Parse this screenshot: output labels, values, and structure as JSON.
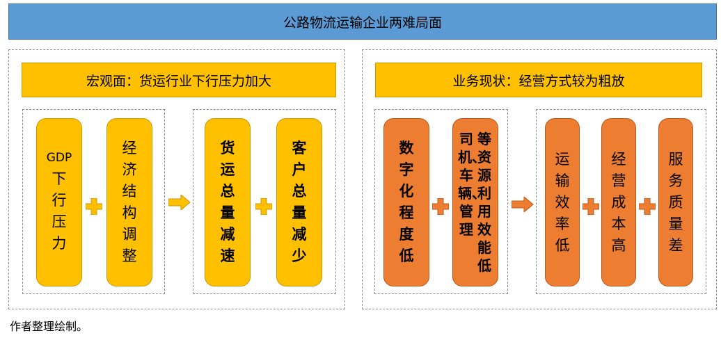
{
  "title": "公路物流运输企业两难局面",
  "left": {
    "header": "宏观面：货运行业下行压力加大",
    "cause1_top": "GDP",
    "cause1": "下行压力",
    "cause2": "经济结构调整",
    "effect1": "货运总量减速",
    "effect2": "客户总量减少"
  },
  "right": {
    "header": "业务现状：经营方式较为粗放",
    "cause1": "数字化程度低",
    "cause2_col1": "等资源利用效能低",
    "cause2_col2": "司机、车辆、管理",
    "effect1": "运输效率低",
    "effect2": "经营成本高",
    "effect3": "服务质量差"
  },
  "footer": "作者整理绘制。",
  "colors": {
    "title_bg": "#5B9BD5",
    "yellow": "#FFC000",
    "orange": "#ED7D31"
  }
}
